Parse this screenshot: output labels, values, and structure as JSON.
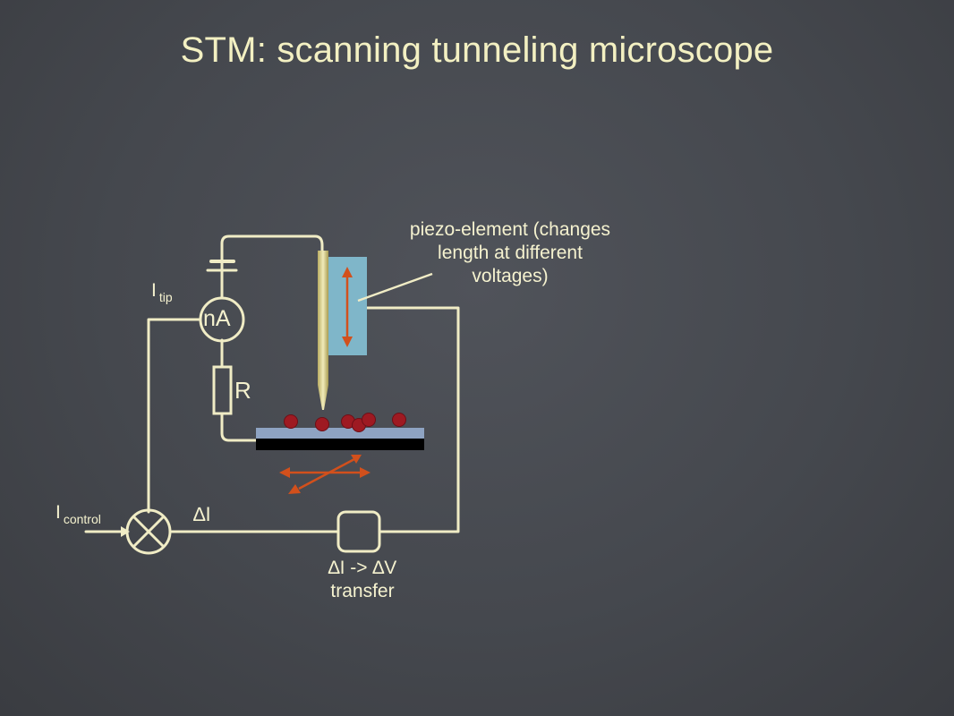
{
  "slide": {
    "title": "STM:  scanning tunneling microscope"
  },
  "labels": {
    "piezo_line1": "piezo-element (changes",
    "piezo_line2": "length at different",
    "piezo_line3": "voltages)",
    "itip_main": "I",
    "itip_sub": "tip",
    "ammeter": "nA",
    "resistor": "R",
    "icontrol_main": "I",
    "icontrol_sub": "control",
    "delta_i": "∆I",
    "transfer_line1": "∆I -> ∆V",
    "transfer_line2": "transfer"
  },
  "colors": {
    "wire": "#f0ecc5",
    "piezo": "#7fb6c9",
    "arrow": "#d2501c",
    "atom": "#9e1a22",
    "sample_top": "#8ea3c2",
    "sample_base": "#000000",
    "tip": "#d8cf8a"
  }
}
